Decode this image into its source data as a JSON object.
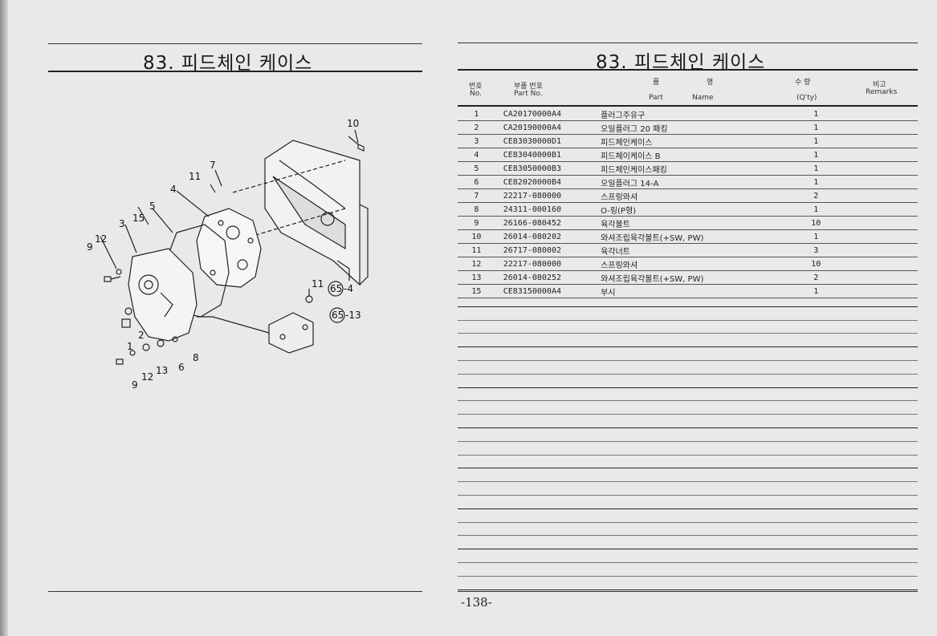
{
  "left_page": {
    "title": "83. 피드체인 케이스",
    "callouts": {
      "c10": "10",
      "c7": "7",
      "c11a": "11",
      "c4": "4",
      "c15": "15",
      "c5": "5",
      "c3": "3",
      "c12a": "12",
      "c9a": "9",
      "c2": "2",
      "c1": "1",
      "c12b": "12",
      "c9b": "9",
      "c13": "13",
      "c6": "6",
      "c8": "8",
      "c11b": "11",
      "ref65_4_num": "65",
      "ref65_4_suffix": "-4",
      "ref65_13_num": "65",
      "ref65_13_suffix": "-13"
    }
  },
  "right_page": {
    "title": "83. 피드체인 케이스",
    "header": {
      "no_kr": "번호",
      "no_en": "No.",
      "part_kr": "부품 번호",
      "part_en": "Part  No.",
      "name_kr_1": "품",
      "name_kr_2": "명",
      "name_en_1": "Part",
      "name_en_2": "Name",
      "qty_kr": "수 량",
      "qty_en": "(Q'ty)",
      "remarks_kr": "비고",
      "remarks_en": "Remarks"
    },
    "rows": [
      {
        "no": "1",
        "part": "CA20170000A4",
        "name": "플러그주유구",
        "qty": "1"
      },
      {
        "no": "2",
        "part": "CA20190000A4",
        "name": "오일플러그 20 패킹",
        "qty": "1"
      },
      {
        "no": "3",
        "part": "CE83030000D1",
        "name": "피드체인케이스",
        "qty": "1"
      },
      {
        "no": "4",
        "part": "CE83040000B1",
        "name": "피드체이케이스 B",
        "qty": "1"
      },
      {
        "no": "5",
        "part": "CE83050000B3",
        "name": "피드체인케이스패킹",
        "qty": "1"
      },
      {
        "no": "6",
        "part": "CE82020000B4",
        "name": "오일플러그 14-A",
        "qty": "1"
      },
      {
        "no": "7",
        "part": "22217-080000",
        "name": "스프링와셔",
        "qty": "2"
      },
      {
        "no": "8",
        "part": "24311-000160",
        "name": "O-링(P형)",
        "qty": "1"
      },
      {
        "no": "9",
        "part": "26166-080452",
        "name": "육각볼트",
        "qty": "10"
      },
      {
        "no": "10",
        "part": "26014-080202",
        "name": "와셔조립육각볼트(+SW, PW)",
        "qty": "1"
      },
      {
        "no": "11",
        "part": "26717-080002",
        "name": "육각너트",
        "qty": "3"
      },
      {
        "no": "12",
        "part": "22217-080000",
        "name": "스프링와셔",
        "qty": "10"
      },
      {
        "no": "13",
        "part": "26014-080252",
        "name": "와셔조립육각볼트(+SW, PW)",
        "qty": "2"
      },
      {
        "no": "15",
        "part": "CE83150000A4",
        "name": "부시",
        "qty": "1"
      }
    ],
    "page_number": "-138-"
  }
}
